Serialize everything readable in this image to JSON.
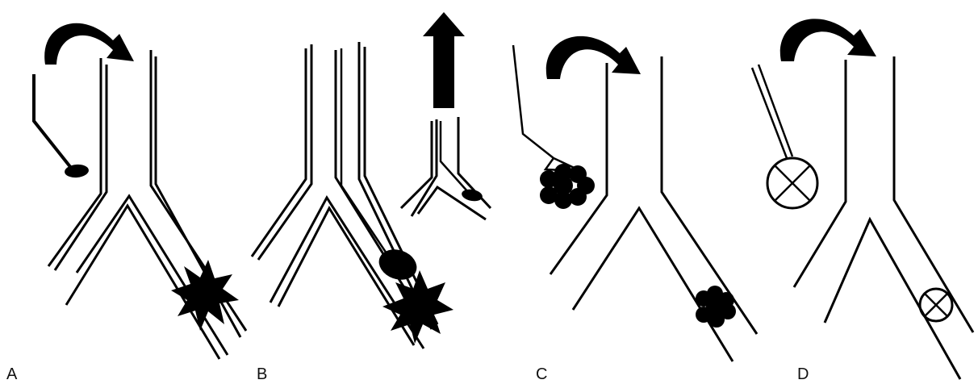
{
  "figure": {
    "panels": [
      {
        "id": "A",
        "label": "A",
        "icons": [
          "curved-arrow-icon",
          "balloon-catheter-icon",
          "vessel-rupture-icon"
        ]
      },
      {
        "id": "B",
        "label": "B",
        "icons": [
          "up-arrow-icon",
          "balloon-catheter-icon",
          "balloon-icon",
          "vessel-rupture-icon"
        ]
      },
      {
        "id": "C",
        "label": "C",
        "icons": [
          "curved-arrow-icon",
          "basket-retriever-icon",
          "clot-icon"
        ]
      },
      {
        "id": "D",
        "label": "D",
        "icons": [
          "curved-arrow-icon",
          "occluder-device-icon"
        ]
      }
    ],
    "colors": {
      "ink": "#000000",
      "background": "#ffffff"
    }
  }
}
